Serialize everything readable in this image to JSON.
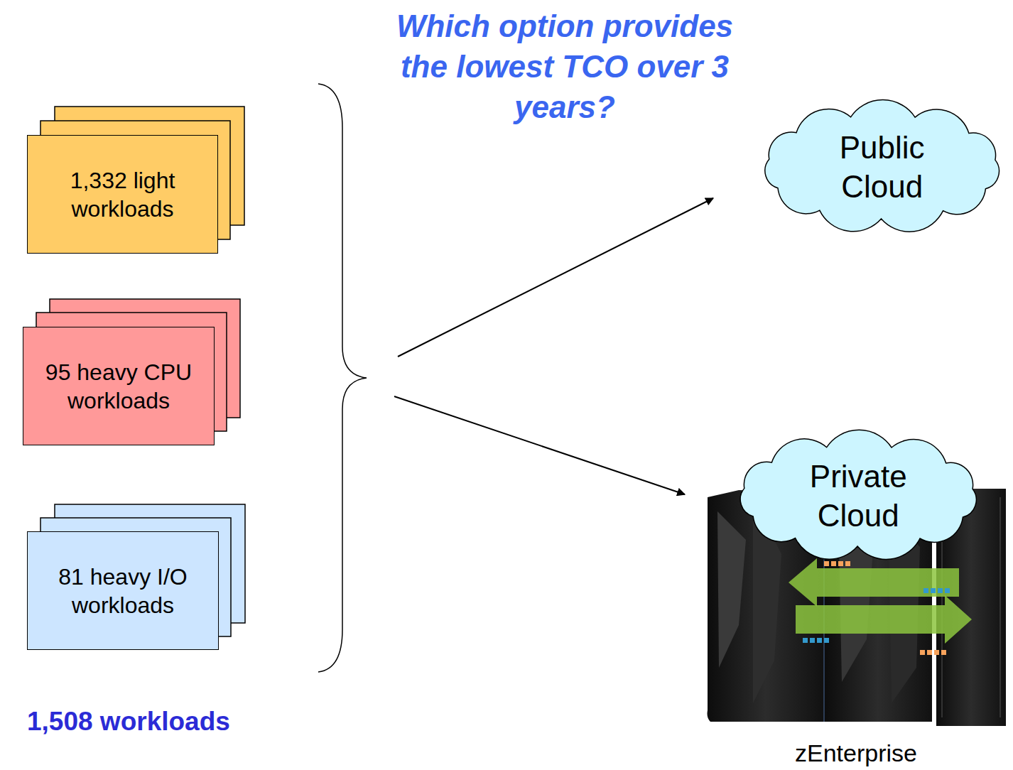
{
  "diagram": {
    "title": "Which option provides the lowest TCO over 3 years?",
    "nodes": [
      {
        "text": [
          "1,332 light workloads"
        ]
      },
      {
        "text": [
          "95 heavy CPU workloads"
        ]
      },
      {
        "text": [
          "81 heavy I/O workloads"
        ]
      },
      {
        "text": [
          "Public Cloud"
        ]
      },
      {
        "text": [
          "Private Cloud"
        ]
      }
    ],
    "labels": [
      "1,508 workloads",
      "zEnterprise"
    ]
  }
}
